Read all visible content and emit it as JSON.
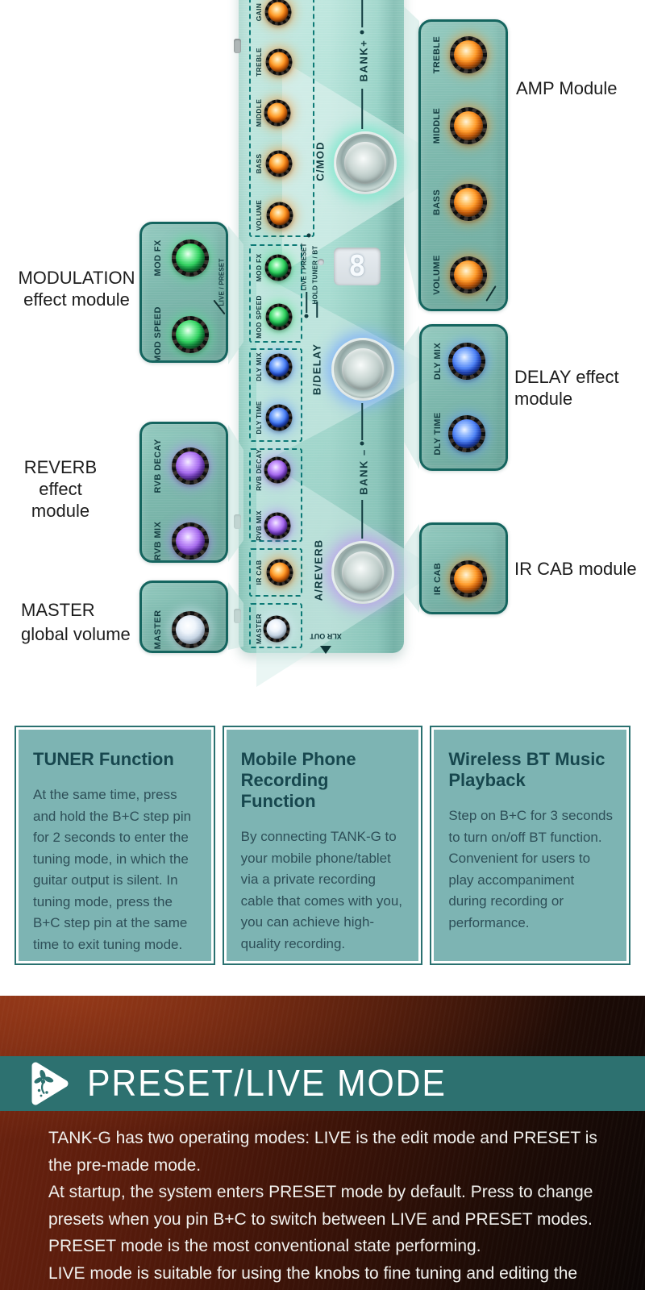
{
  "top": {
    "pedal": {
      "knobs": [
        {
          "label": "GAIN",
          "color": "orange"
        },
        {
          "label": "TREBLE",
          "color": "orange"
        },
        {
          "label": "MIDDLE",
          "color": "orange"
        },
        {
          "label": "BASS",
          "color": "orange"
        },
        {
          "label": "VOLUME",
          "color": "orange"
        },
        {
          "label": "MOD FX",
          "color": "green"
        },
        {
          "label": "MOD SPEED",
          "color": "green"
        },
        {
          "label": "DLY MIX",
          "color": "blue"
        },
        {
          "label": "DLY TIME",
          "color": "blue"
        },
        {
          "label": "RVB DECAY",
          "color": "purple"
        },
        {
          "label": "RVB MIX",
          "color": "purple"
        },
        {
          "label": "IR CAB",
          "color": "orange"
        },
        {
          "label": "MASTER",
          "color": "white"
        }
      ],
      "footswitches": [
        {
          "label": "C/MOD",
          "glow": "teal"
        },
        {
          "label": "B/DELAY",
          "glow": "blue"
        },
        {
          "label": "A/REVERB",
          "glow": "purple"
        }
      ],
      "bank_plus": "BANK+",
      "bank_minus": "BANK –",
      "small_labels": [
        "LIVE / PRESET",
        "HOLD TUNER / BT"
      ],
      "display_value": "8",
      "xlr": "XLR OUT"
    },
    "modules": [
      {
        "name": "amp",
        "knobs": [
          {
            "label": "TREBLE",
            "color": "orange"
          },
          {
            "label": "MIDDLE",
            "color": "orange"
          },
          {
            "label": "BASS",
            "color": "orange"
          },
          {
            "label": "VOLUME",
            "color": "orange"
          }
        ]
      },
      {
        "name": "modulation",
        "knobs": [
          {
            "label": "MOD FX",
            "color": "green"
          },
          {
            "label": "MOD SPEED",
            "color": "green"
          }
        ],
        "extra_label": "LIVE / PRESET"
      },
      {
        "name": "delay",
        "knobs": [
          {
            "label": "DLY MIX",
            "color": "blue"
          },
          {
            "label": "DLY TIME",
            "color": "blue"
          }
        ]
      },
      {
        "name": "reverb",
        "knobs": [
          {
            "label": "RVB DECAY",
            "color": "purple"
          },
          {
            "label": "RVB MIX",
            "color": "purple"
          }
        ]
      },
      {
        "name": "ir-cab",
        "knobs": [
          {
            "label": "IR CAB",
            "color": "orange"
          }
        ]
      },
      {
        "name": "master",
        "knobs": [
          {
            "label": "MASTER",
            "color": "white"
          }
        ]
      }
    ],
    "callout_labels": {
      "amp": "AMP Module",
      "modulation": [
        "MODULATION",
        "effect module"
      ],
      "delay": [
        "DELAY effect",
        "module"
      ],
      "reverb": [
        "REVERB",
        "effect",
        "module"
      ],
      "ir_cab": "IR CAB module",
      "master": [
        "MASTER",
        "global volume"
      ]
    }
  },
  "info_boxes": [
    {
      "title": "TUNER Function",
      "body": "At the same time, press and hold the B+C step pin for 2 seconds to enter the tuning mode, in which the guitar output is silent. In tuning mode, press the B+C step pin at the same time to exit tuning mode."
    },
    {
      "title": "Mobile Phone Recording Function",
      "body": "By connecting TANK-G to your mobile phone/tablet via a private recording cable that comes with you, you can achieve high-quality recording."
    },
    {
      "title": "Wireless BT Music Playback",
      "body": "Step on B+C for 3 seconds to turn on/off BT function. Convenient for users to play accompaniment during recording or performance."
    }
  ],
  "bottom": {
    "header": "PRESET/LIVE MODE",
    "paragraphs": [
      "TANK-G has two operating modes: LIVE is the edit mode and PRESET is the pre-made mode.",
      "At startup, the system enters PRESET mode by default. Press to change presets when you pin B+C to switch between LIVE and PRESET modes.",
      "PRESET mode is the most conventional state performing.",
      "LIVE mode is suitable for using the knobs to fine tuning and editing the timbre"
    ]
  },
  "colors": {
    "accent_teal": "#2d7170",
    "box_fill": "#7db4b3",
    "box_border": "#2a7170",
    "led_orange": "#ff8a1c",
    "led_green": "#3cd96a",
    "led_blue": "#477dff",
    "led_purple": "#a76cf0",
    "led_white": "#dfe9f6",
    "red_background": "#5e1e0d"
  }
}
